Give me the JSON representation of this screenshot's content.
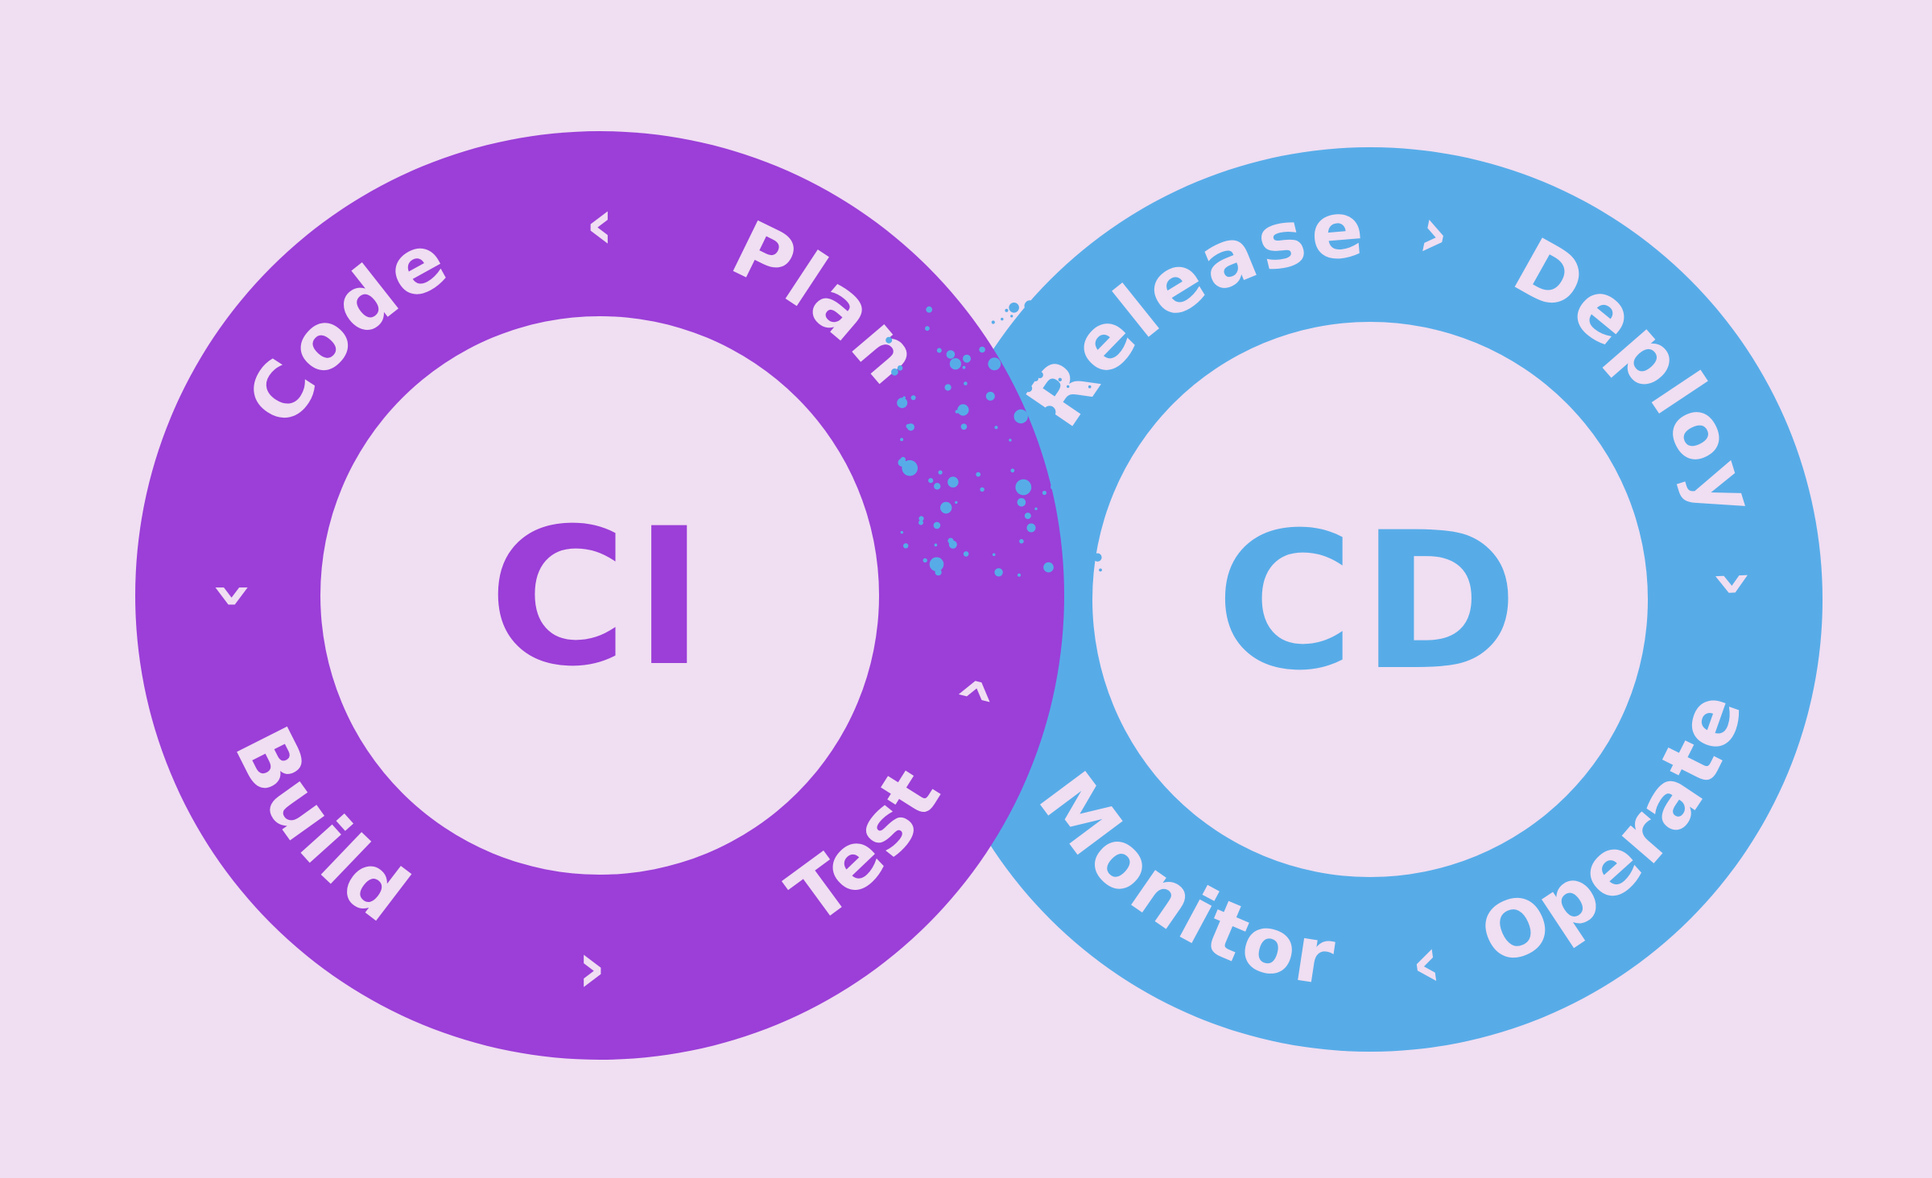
{
  "colors": {
    "background": "#F0DEF2",
    "ci": "#9B3FD8",
    "cd": "#57ACE8",
    "ring_text": "#F0DEF2"
  },
  "ci_ring": {
    "center_label": "CI",
    "stages": {
      "code": "Code",
      "plan": "Plan",
      "build": "Build",
      "test": "Test"
    },
    "chevrons": {
      "top": "‹",
      "left": "‹",
      "bottom": "›",
      "right": "›"
    }
  },
  "cd_ring": {
    "center_label": "CD",
    "stages": {
      "release": "Release",
      "deploy": "Deploy",
      "operate": "Operate",
      "monitor": "Monitor"
    },
    "chevrons": {
      "top": "›",
      "right": "›",
      "bottom": "‹"
    }
  }
}
